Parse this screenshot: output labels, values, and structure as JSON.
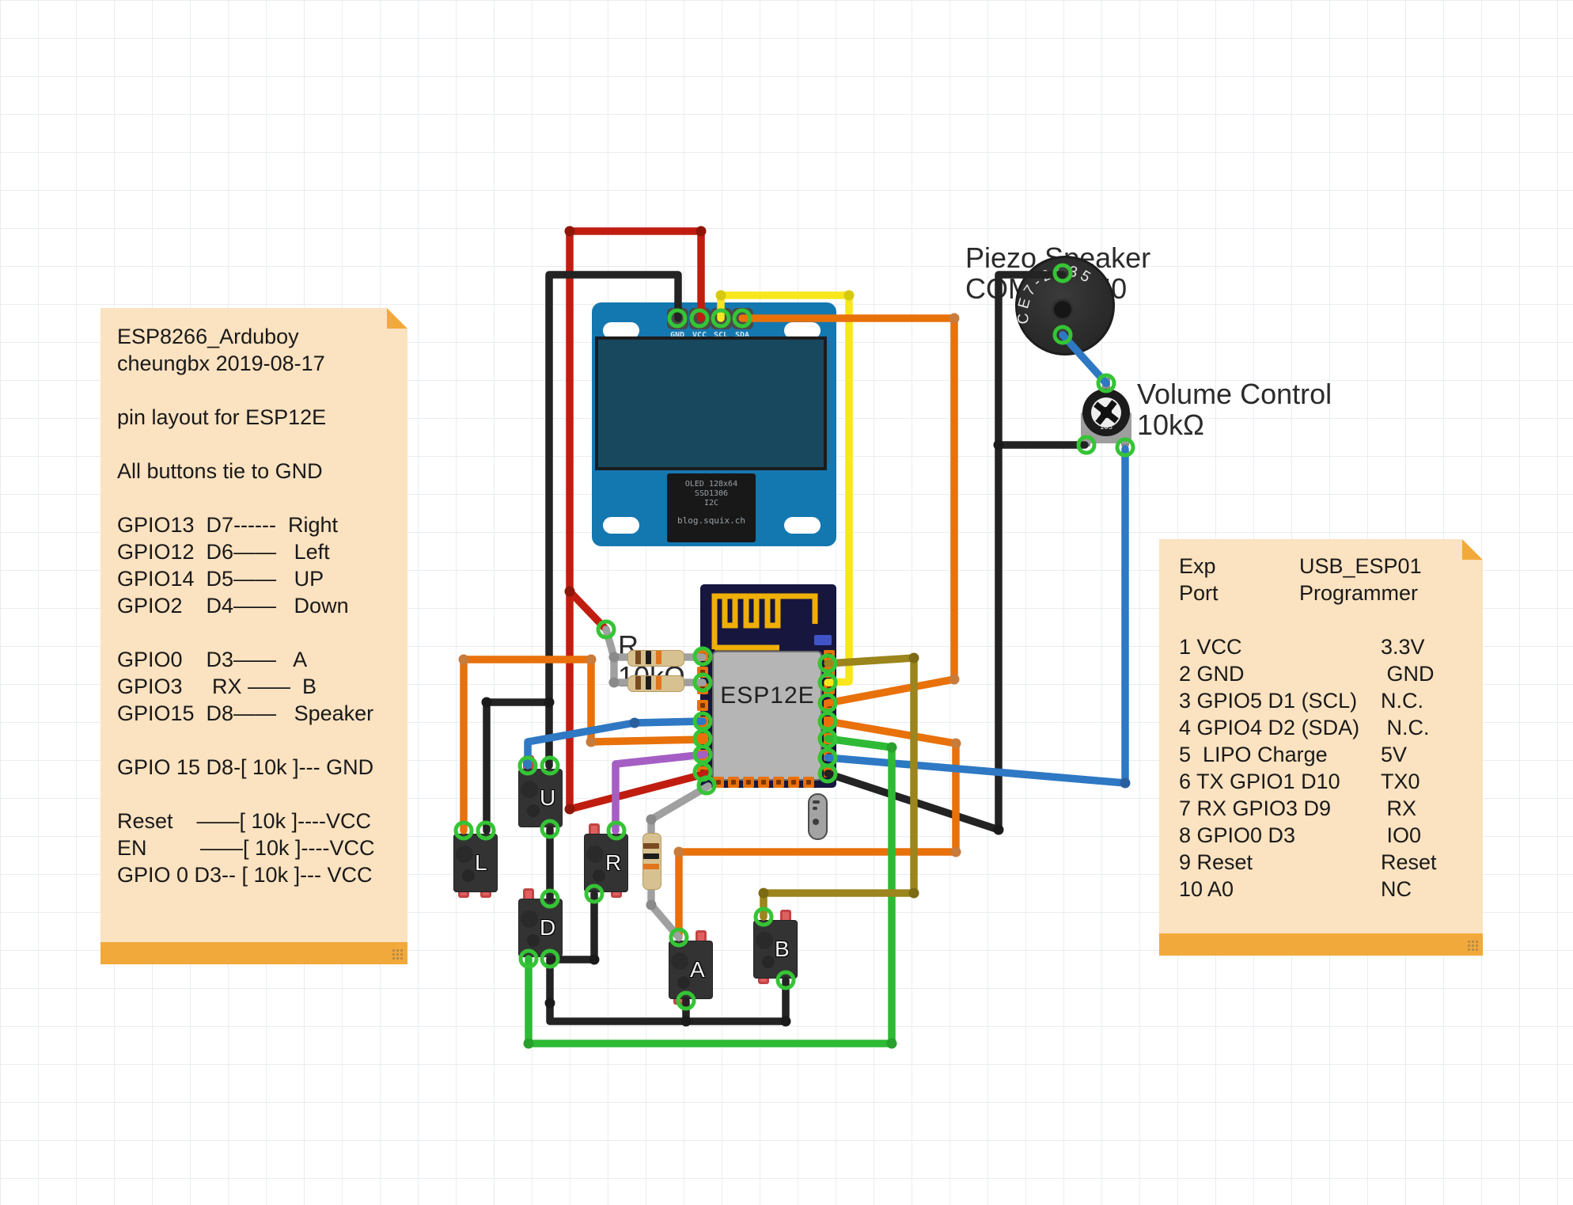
{
  "palette": {
    "red": "#c01d10",
    "black": "#232323",
    "yellow": "#f7e71c",
    "orange": "#e8710a",
    "blue": "#2e78c4",
    "green": "#2eba35",
    "olive": "#9b851c",
    "purple": "#a55fc4",
    "gray": "#a0a0a0",
    "ring_green": "#35c435",
    "note_bg": "#fbe2c0",
    "note_strip": "#f2a93b",
    "board_blue": "#1478b0",
    "screen_teal": "#17485e",
    "pcb_navy": "#16163f",
    "antenna_gold": "#efaf07",
    "shield_gray": "#b5b5b5",
    "pad_orange": "#e8710a"
  },
  "left_note": {
    "lines": [
      "ESP8266_Arduboy",
      "cheungbx 2019-08-17",
      "",
      "pin layout for ESP12E",
      "",
      "All buttons tie to GND",
      "",
      "GPIO13  D7------  Right",
      "GPIO12  D6——   Left",
      "GPIO14  D5——   UP",
      "GPIO2    D4——   Down",
      "",
      "GPIO0    D3——   A",
      "GPIO3     RX ——  B",
      "GPIO15  D8——   Speaker",
      "",
      "GPIO 15 D8-[ 10k ]--- GND",
      "",
      "Reset    ——[ 10k ]----VCC",
      "EN         ——[ 10k ]----VCC",
      "GPIO 0 D3-- [ 10k ]--- VCC"
    ]
  },
  "right_note": {
    "rows": [
      {
        "c1": "Exp",
        "c2": "USB_ESP01",
        "hdr": true
      },
      {
        "c1": "Port",
        "c2": "Programmer",
        "hdr": true
      },
      {
        "c1": "",
        "c2": "",
        "hdr": false
      },
      {
        "c1": "1 VCC",
        "c2": "3.3V",
        "hdr": false
      },
      {
        "c1": "2 GND",
        "c2": " GND",
        "hdr": false
      },
      {
        "c1": "3 GPIO5 D1 (SCL)",
        "c2": "N.C.",
        "hdr": false
      },
      {
        "c1": "4 GPIO4 D2 (SDA)",
        "c2": " N.C.",
        "hdr": false
      },
      {
        "c1": "5  LIPO Charge",
        "c2": "5V",
        "hdr": false
      },
      {
        "c1": "6 TX GPIO1 D10",
        "c2": "TX0",
        "hdr": false
      },
      {
        "c1": "7 RX GPIO3 D9",
        "c2": " RX",
        "hdr": false
      },
      {
        "c1": "8 GPIO0 D3",
        "c2": " IO0",
        "hdr": false
      },
      {
        "c1": "9 Reset",
        "c2": "Reset",
        "hdr": false
      },
      {
        "c1": "10 A0",
        "c2": "NC",
        "hdr": false
      }
    ]
  },
  "labels": {
    "piezo_line1": "Piezo Speaker",
    "piezo_line2": "COM–07950",
    "volume_line1": "Volume Control",
    "volume_line2": "10kΩ",
    "resistor_line1": "R",
    "resistor_line2": "10kΩ"
  },
  "oled": {
    "pin_labels": [
      "GND",
      "VCC",
      "SCL",
      "SDA"
    ],
    "chip_lines": [
      "OLED 128x64",
      "SSD1306",
      "I2C"
    ],
    "brand": "blog.squix.ch"
  },
  "esp": {
    "label": "ESP12E"
  },
  "buttons": [
    {
      "label": "U"
    },
    {
      "label": "L"
    },
    {
      "label": "R"
    },
    {
      "label": "D"
    },
    {
      "label": "A"
    },
    {
      "label": "B"
    }
  ],
  "piezo": {
    "marking": "CE7-2A35"
  },
  "trimpot": {
    "marking": "103"
  }
}
